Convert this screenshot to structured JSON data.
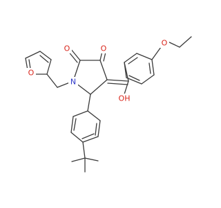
{
  "molecule": {
    "atom_labels": {
      "o_left_carbonyl": "O",
      "o_right_carbonyl": "O",
      "n_ring": "N",
      "o_furan": "O",
      "o_ether": "O",
      "oh_hydroxyl": "OH"
    },
    "colors": {
      "bond": "#3a3a3a",
      "oxygen": "#d9261c",
      "nitrogen": "#2b35c8",
      "background": "#ffffff"
    }
  }
}
